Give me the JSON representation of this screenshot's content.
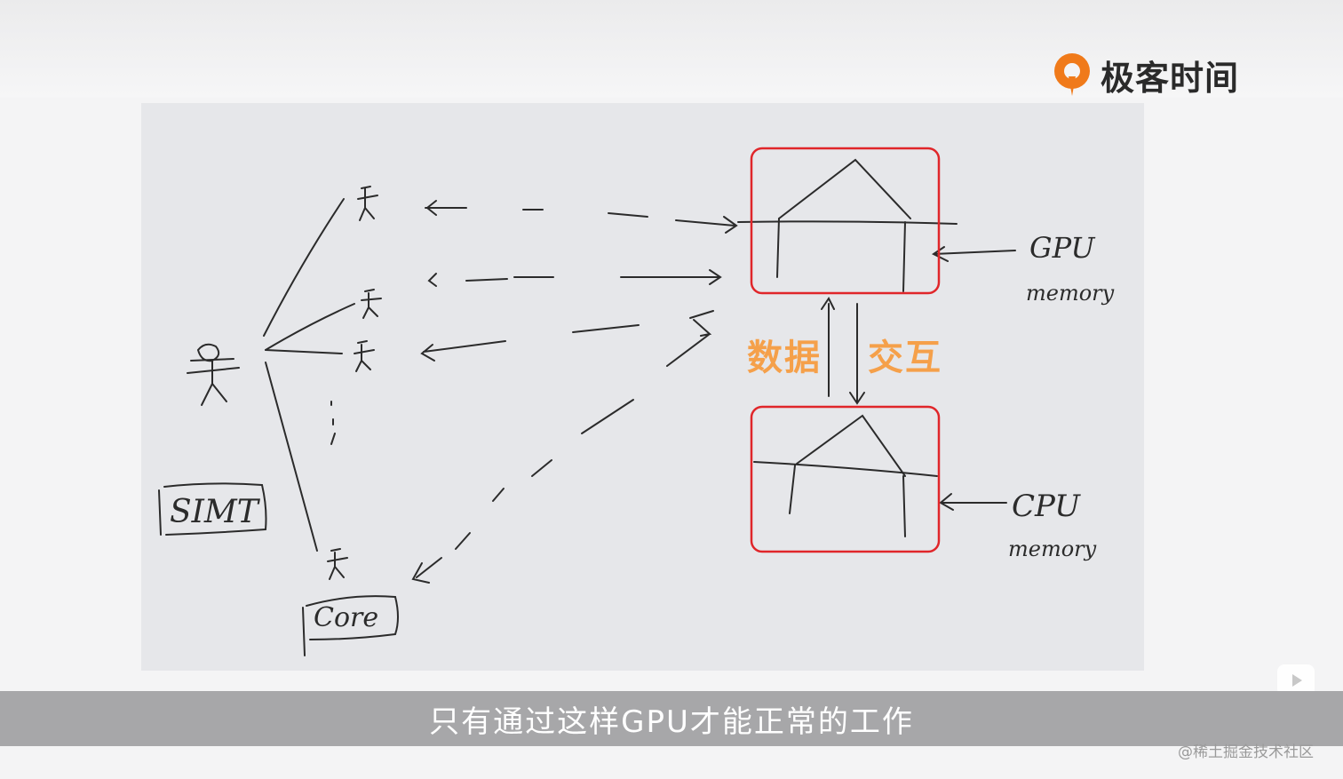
{
  "brand": {
    "name": "极客时间",
    "accent": "#f07a1a"
  },
  "whiteboard": {
    "labels": {
      "simt": "SIMT",
      "core": "Core",
      "gpu_memory_label": "GPU",
      "memory_word": "memory",
      "cpu_memory_label": "CPU"
    },
    "overlay": {
      "left": "数据",
      "right": "交互",
      "color": "#f5a04a"
    },
    "box_color": "#e0262a"
  },
  "subtitle": {
    "text": "只有通过这样GPU才能正常的工作"
  },
  "watermark": {
    "text": "@稀土掘金技术社区"
  },
  "icons": {
    "play": "play-icon",
    "brand": "brand-logo-icon"
  }
}
